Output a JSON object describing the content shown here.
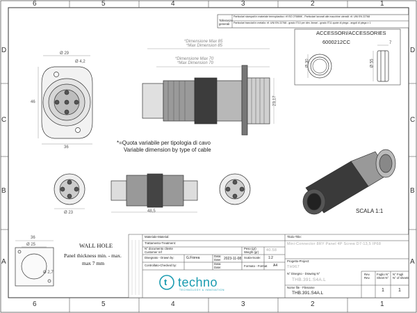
{
  "zones": {
    "columns": [
      "6",
      "5",
      "4",
      "3",
      "2",
      "1"
    ],
    "rows": [
      "D",
      "C",
      "B",
      "A"
    ]
  },
  "tolerance": {
    "label": "Tolleranze generali",
    "line1": "Particolari stampati in materiale termoplastico: rif ISO 2768MK - Particolari lavorati alle macchine utensili: rif. UNI EN 22768",
    "line2": "Particolari tranciati in metallo: rif. UNI EN 22768 - grado IT10 per dim. lineari - grado IT11 quote di piega - angoli di piega ± 1"
  },
  "accessories": {
    "title": "ACCESSORI/ACCESSORIES",
    "code": "6000212CC",
    "dim_left": "Ø 30",
    "dim_right": "Ø 55",
    "dim_top": "7"
  },
  "front_view": {
    "dim_diameter": "Ø 29",
    "dim_hole": "Ø 4,2",
    "dim_height": "46",
    "dim_width": "36"
  },
  "side_view": {
    "dim_a_line1": "*Dimensione Max 85",
    "dim_a_line2": "*Max Dimension 85",
    "dim_b_line1": "*Dimensione Max 70",
    "dim_b_line2": "*Max Dimension 70",
    "dim_height": "23,17"
  },
  "variable_note": {
    "line1": "*=Quota variabile per tipologia di cavo",
    "line2": "Variable dimension by type of cable"
  },
  "bottom_views": {
    "dim_left": "Ø 23",
    "dim_length": "48,5"
  },
  "iso_view": {
    "scale_label": "SCALA 1:1"
  },
  "wall_hole": {
    "title": "WALL HOLE",
    "line1": "Panel thickness min. - max.",
    "line2": "max 7 mm",
    "dim_width": "36",
    "dim_diameter": "Ø 25",
    "dim_hole": "Ø 2,7"
  },
  "title_block": {
    "material_label": "Materiale-Material:",
    "treatment_label": "Trattamento-Treatment:",
    "doc_customer_label": "N° documento cliente",
    "customer_ref_label": "Customer ref",
    "drawn_label": "Disegnato - Drawn by:",
    "drawn_value": "G.Fiorea",
    "date_label": "Data:",
    "date_label_en": "Date:",
    "date_value": "2023-11-08",
    "checked_label": "Controllato-Checked by:",
    "weight_label": "Peso (gr)",
    "weight_label_en": "Weight (gr)",
    "weight_value": "40.58",
    "scale_label": "Scala-Scale:",
    "scale_value": "1:2",
    "format_label": "Formato - Format",
    "format_value": "A4",
    "title_label": "Titolo-Title:",
    "title_value": "Mini-Connector 8RY Panel 4P Screw D7-13,5 IP68",
    "project_label": "Progetto-Project:",
    "project_value": "TH967",
    "drawing_no_label": "N° Disegno - Drawing N°",
    "drawing_no_value": "THB.391.S4A.L",
    "filename_label": "Nome file - Filename",
    "filename_value": "THB.391.S4A.L",
    "rev_label": "Rev.",
    "rev_label_en": "Rev.",
    "sheet_label": "Foglio N°",
    "sheet_label_en": "Sheet N°",
    "sheets_label": "N° Fogli",
    "sheets_label_en": "N° of sheets",
    "sheet_value": "1",
    "sheets_value": "1",
    "brand": "techno",
    "brand_sub": "TECHNOLOGY & INNOVATION",
    "logo_letter": "t"
  },
  "colors": {
    "brand_teal": "#1a9bb0",
    "line": "#333333",
    "dim": "#777777"
  }
}
